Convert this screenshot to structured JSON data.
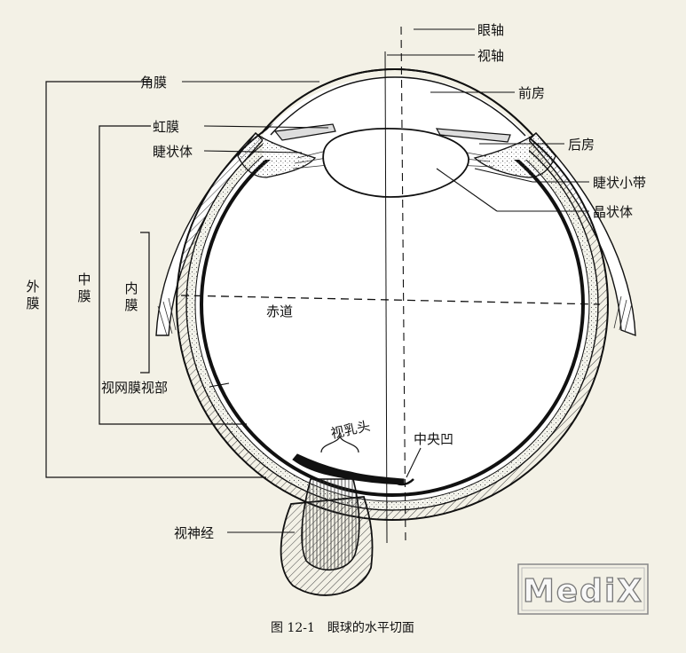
{
  "labels": {
    "eye_axis": "眼轴",
    "visual_axis": "视轴",
    "cornea": "角膜",
    "anterior_chamber": "前房",
    "iris": "虹膜",
    "posterior_chamber": "后房",
    "ciliary_body": "睫状体",
    "ciliary_zonule": "睫状小带",
    "lens": "晶状体",
    "outer_layer": "外膜",
    "middle_layer": "中膜",
    "inner_layer": "内膜",
    "equator": "赤道",
    "retina_optic_part": "视网膜视部",
    "optic_papilla": "视乳头",
    "fovea": "中央凹",
    "optic_nerve": "视神经"
  },
  "caption": "图 12-1　眼球的水平切面",
  "watermark": "MediX",
  "colors": {
    "background": "#f3f1e6",
    "line": "#111111",
    "sclera_fill": "#ffffff",
    "choroid_fill": "#f7f7f0"
  }
}
